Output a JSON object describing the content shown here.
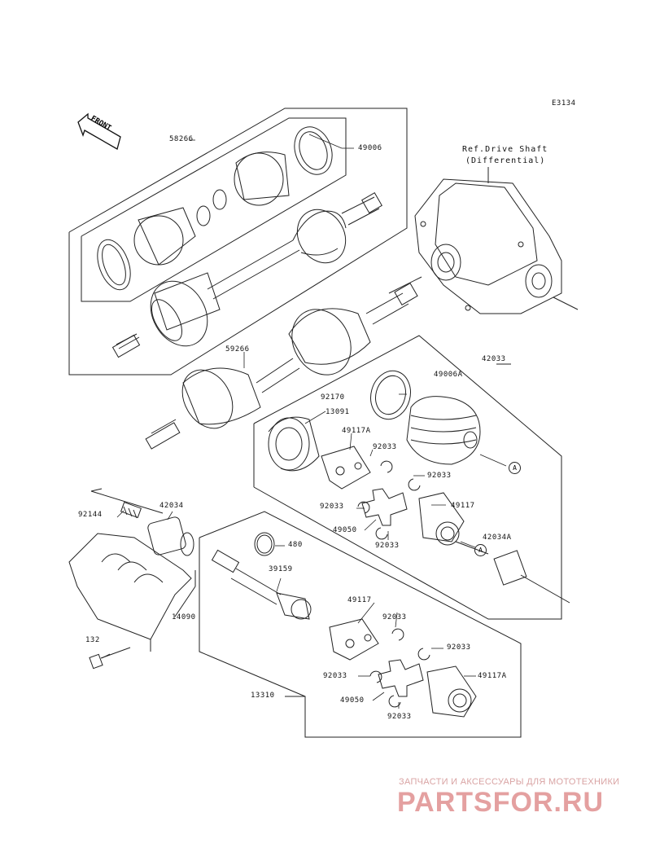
{
  "diagram_code": "E3134",
  "front_label": "FRONT",
  "reference": {
    "line1": "Ref.Drive Shaft",
    "line2": "(Differential)"
  },
  "callouts": {
    "p58266_top": "58266",
    "p49006": "49006",
    "p59266": "59266",
    "p42033": "42033",
    "p49006A": "49006A",
    "p92170": "92170",
    "p13091": "13091",
    "p49117A_top": "49117A",
    "p92033_a": "92033",
    "p92033_b": "92033",
    "p92033_c": "92033",
    "p49050_top": "49050",
    "p92033_d": "92033",
    "p49117_right": "49117",
    "p42034A": "42034A",
    "p92144": "92144",
    "p42034": "42034",
    "p480": "480",
    "p39159": "39159",
    "p14090": "14090",
    "p132": "132",
    "p49117_low": "49117",
    "p92033_e": "92033",
    "p92033_f": "92033",
    "p92033_g": "92033",
    "p49117A_low": "49117A",
    "p49050_low": "49050",
    "p92033_h": "92033",
    "p13310": "13310"
  },
  "circle_marker": "A",
  "watermark": {
    "subtitle": "ЗАПЧАСТИ И АКСЕССУАРЫ ДЛЯ МОТОТЕХНИКИ",
    "brand": "PARTSFOR.RU"
  }
}
